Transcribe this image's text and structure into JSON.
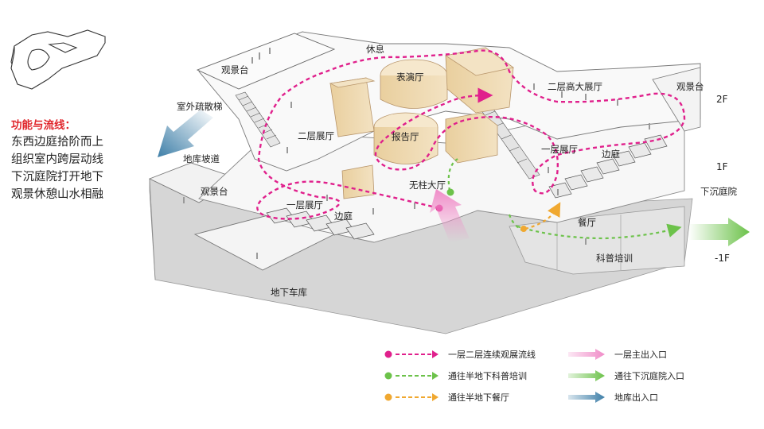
{
  "colors": {
    "magenta": "#e0208c",
    "green": "#6cc24a",
    "orange": "#f0a830",
    "blue": "#3e7fa8",
    "pink": "#f08cc8",
    "wood": "#ead3a8",
    "red_title": "#e0252b"
  },
  "sidebar": {
    "title": "功能与流线：",
    "lines": [
      "东西边庭拾阶而上",
      "组织室内跨层动线",
      "下沉庭院打开地下",
      "观景休憩山水相融"
    ]
  },
  "levels": {
    "l2": "2F",
    "l1": "1F",
    "lb": "-1F"
  },
  "labels": {
    "rest": "休息",
    "performance_hall": "表演厅",
    "view_terrace_nw": "观景台",
    "outdoor_stair": "室外疏散梯",
    "second_gallery": "二层展厅",
    "lecture_hall": "报告厅",
    "second_high_gallery": "二层高大展厅",
    "view_terrace_ne": "观景台",
    "first_gallery_east": "一层展厅",
    "side_court_east": "边庭",
    "garage_ramp": "地库坡道",
    "view_terrace_w": "观景台",
    "columnless_hall": "无柱大厅",
    "first_gallery_west": "一层展厅",
    "side_court_west": "边庭",
    "restaurant": "餐厅",
    "sunken_courtyard": "下沉庭院",
    "science_training": "科普培训",
    "underground_garage": "地下车库"
  },
  "legend": [
    {
      "icon": "magenta-dashed-arrow",
      "label": "一层二层连续观展流线"
    },
    {
      "icon": "green-dashed-arrow",
      "label": "通往半地下科普培训"
    },
    {
      "icon": "orange-dashed-arrow",
      "label": "通往半地下餐厅"
    },
    {
      "icon": "pink-gradient-arrow",
      "label": "一层主出入口"
    },
    {
      "icon": "green-gradient-arrow",
      "label": "通往下沉庭院入口"
    },
    {
      "icon": "blue-gradient-arrow",
      "label": "地库出入口"
    }
  ]
}
